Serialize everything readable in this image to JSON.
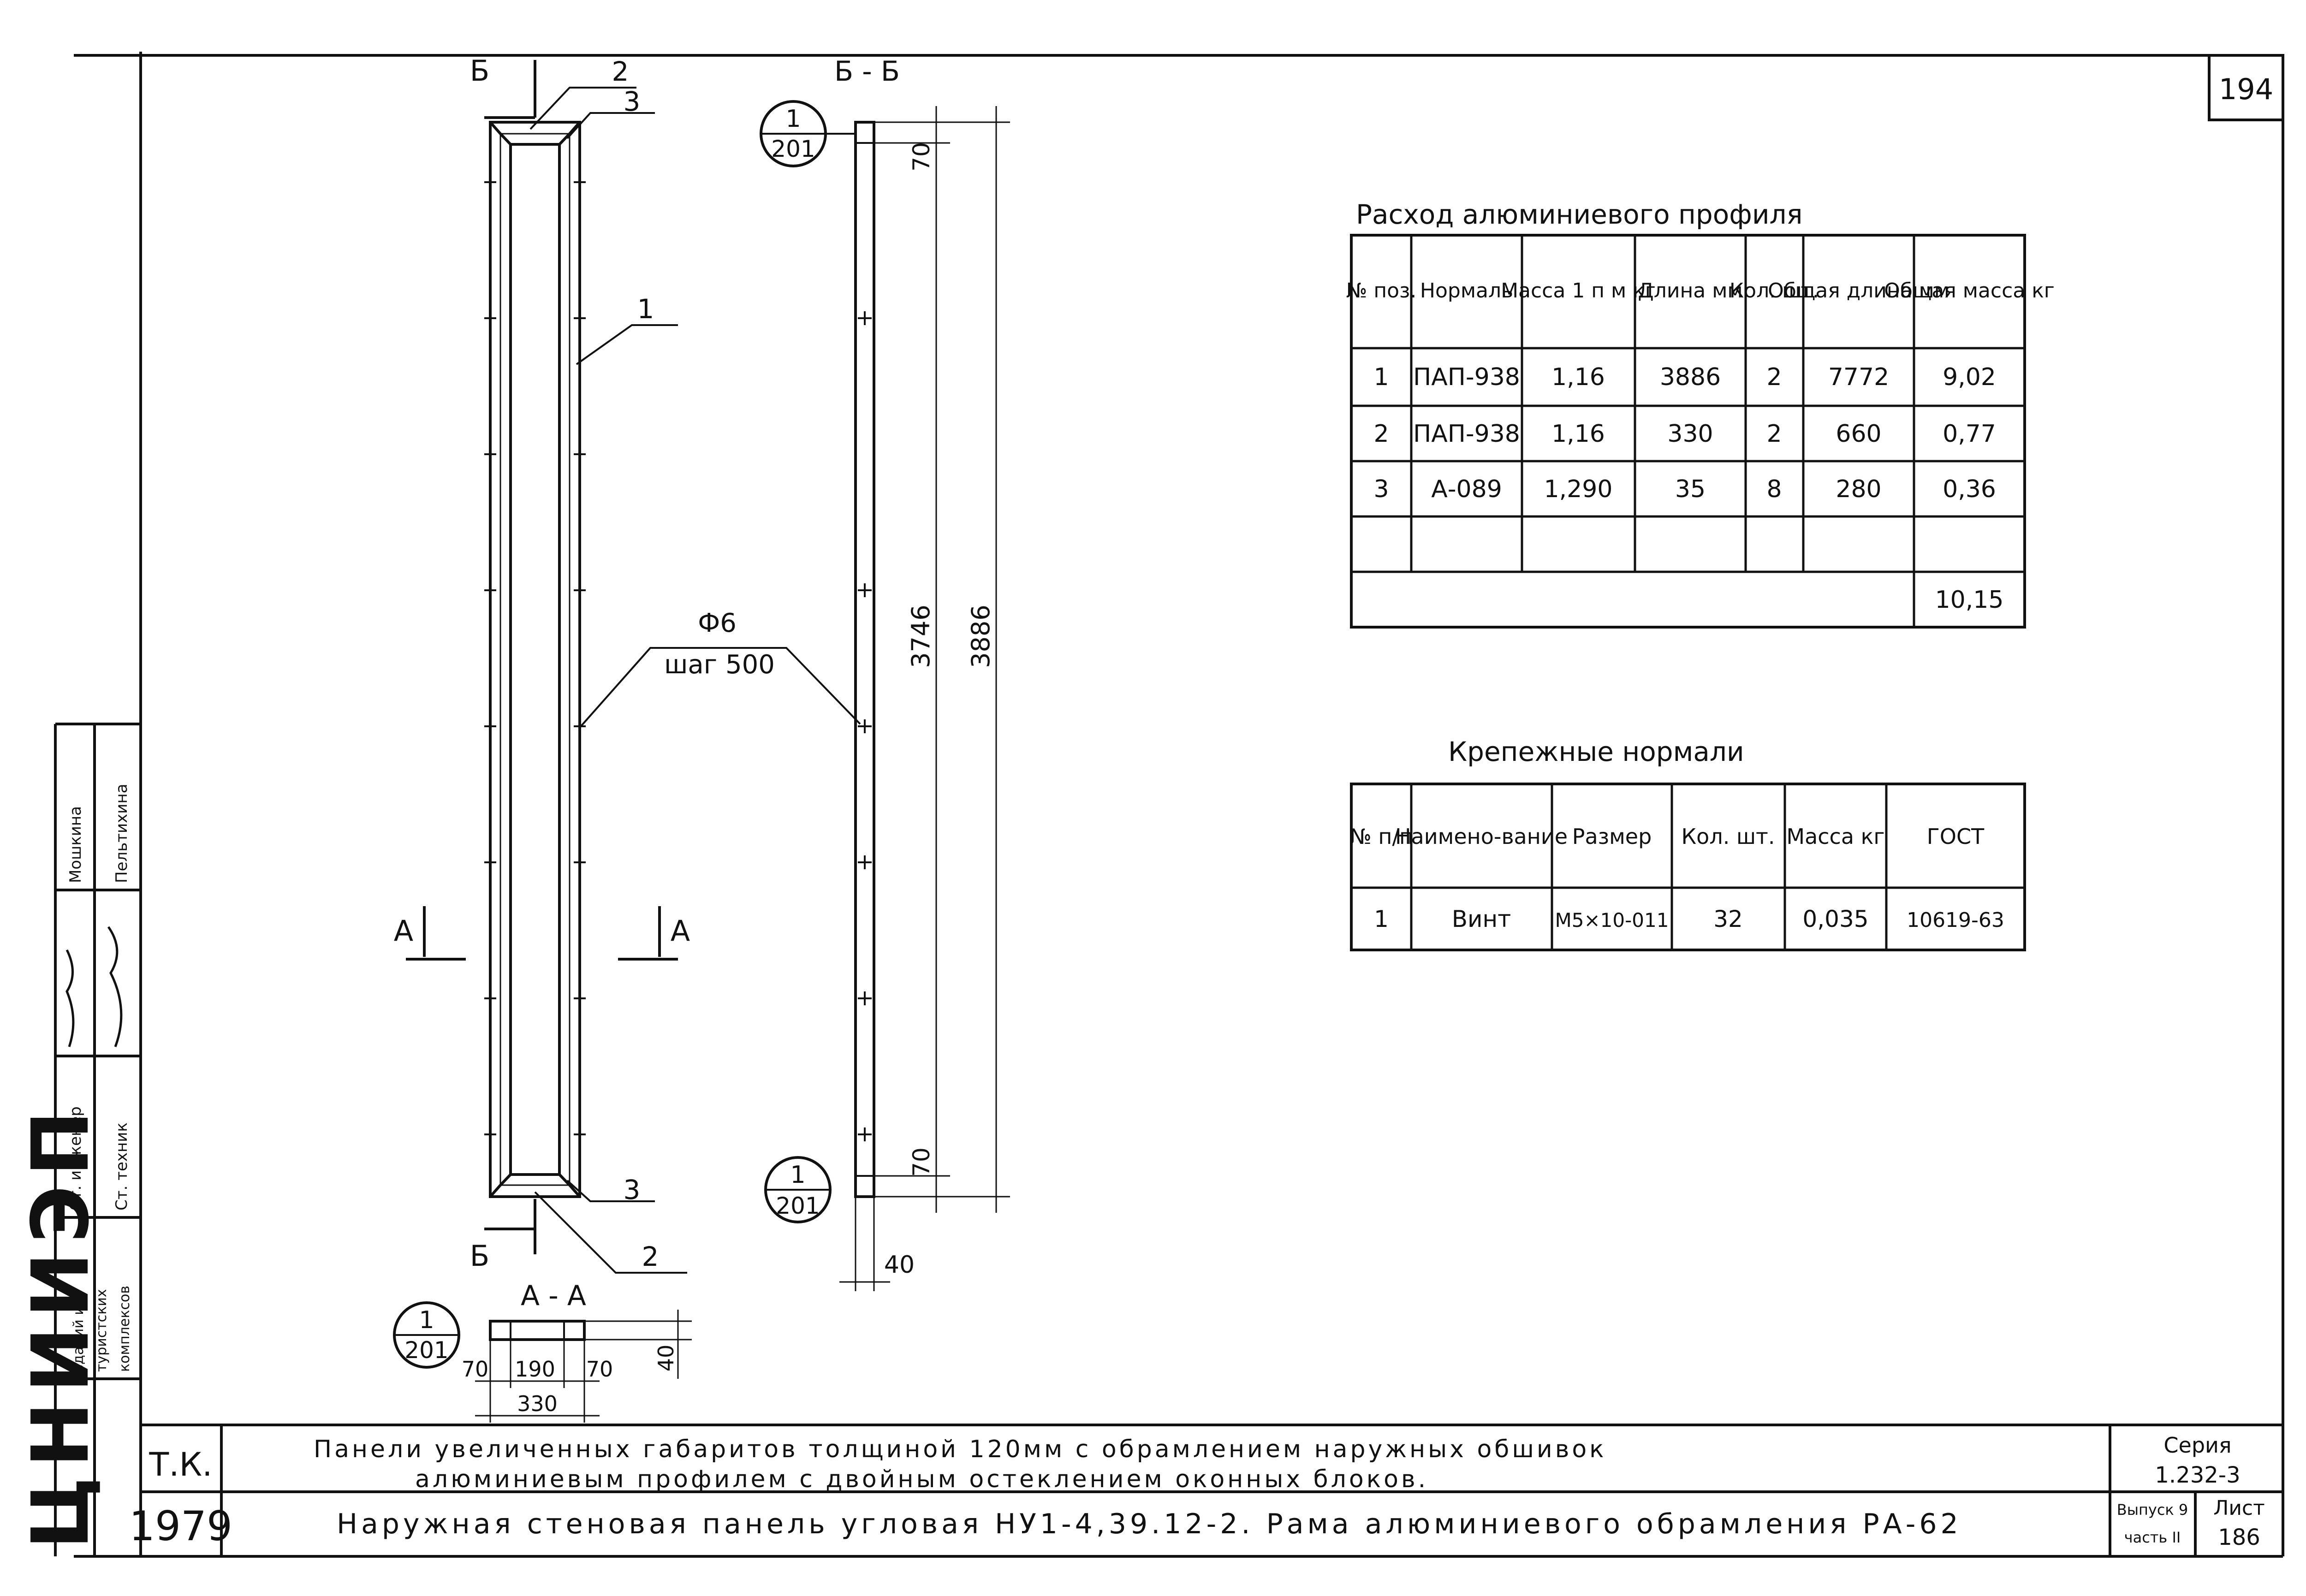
{
  "sheet": {
    "number": "194",
    "org_stamp": "ЦНИИЭП",
    "org_dept_lines": [
      "зданий и",
      "туристских",
      "комплексов"
    ],
    "signatures": [
      {
        "role": "Ст. инженер",
        "name": "Мошкина"
      },
      {
        "role": "Ст. техник",
        "name": "Пельтихина"
      }
    ]
  },
  "drawing": {
    "frame_front": {
      "section_b": "Б",
      "callout_1": "1",
      "callout_2": "2",
      "callout_3": "3",
      "section_a": "А",
      "rod_label": "Ф6",
      "rod_step": "шаг 500"
    },
    "side_view": {
      "title": "Б - Б",
      "detail_ref_num": "1",
      "detail_ref_sheet": "201",
      "dim_top": "70",
      "dim_inner": "3746",
      "dim_total": "3886",
      "dim_bottom": "70",
      "dim_width": "40"
    },
    "section_aa": {
      "title": "А - А",
      "detail_ref_num": "1",
      "detail_ref_sheet": "201",
      "dim_left": "70",
      "dim_mid": "190",
      "dim_right": "70",
      "dim_total": "330",
      "dim_height": "40"
    }
  },
  "profile_table": {
    "title": "Расход алюминиевого профиля",
    "headers": [
      "№ поз.",
      "Нормаль",
      "Масса 1 п м кг",
      "Длина мм",
      "Кол. шт.",
      "Общая длина мм",
      "Общая масса кг"
    ],
    "rows": [
      [
        "1",
        "ПАП-938",
        "1,16",
        "3886",
        "2",
        "7772",
        "9,02"
      ],
      [
        "2",
        "ПАП-938",
        "1,16",
        "330",
        "2",
        "660",
        "0,77"
      ],
      [
        "3",
        "А-089",
        "1,290",
        "35",
        "8",
        "280",
        "0,36"
      ],
      [
        "",
        "",
        "",
        "",
        "",
        "",
        ""
      ]
    ],
    "total": "10,15"
  },
  "fastener_table": {
    "title": "Крепежные нормали",
    "headers": [
      "№ п/п",
      "Наимено-вание",
      "Размер",
      "Кол. шт.",
      "Масса кг",
      "ГОСТ"
    ],
    "rows": [
      [
        "1",
        "Винт",
        "М5×10-011",
        "32",
        "0,035",
        "10619-63"
      ]
    ]
  },
  "title_block": {
    "code": "Т.К.",
    "year": "1979",
    "line1": "Панели увеличенных габаритов толщиной 120мм с обрамлением наружных обшивок",
    "line2": "алюминиевым профилем с двойным остеклением оконных блоков.",
    "line3": "Наружная стеновая панель угловая НУ1-4,39.12-2. Рама алюминиевого обрамления РА-62",
    "series_label": "Серия",
    "series_value": "1.232-3",
    "issue": "Выпуск 9",
    "part": "часть II",
    "sheet_label": "Лист",
    "sheet_value": "186"
  }
}
